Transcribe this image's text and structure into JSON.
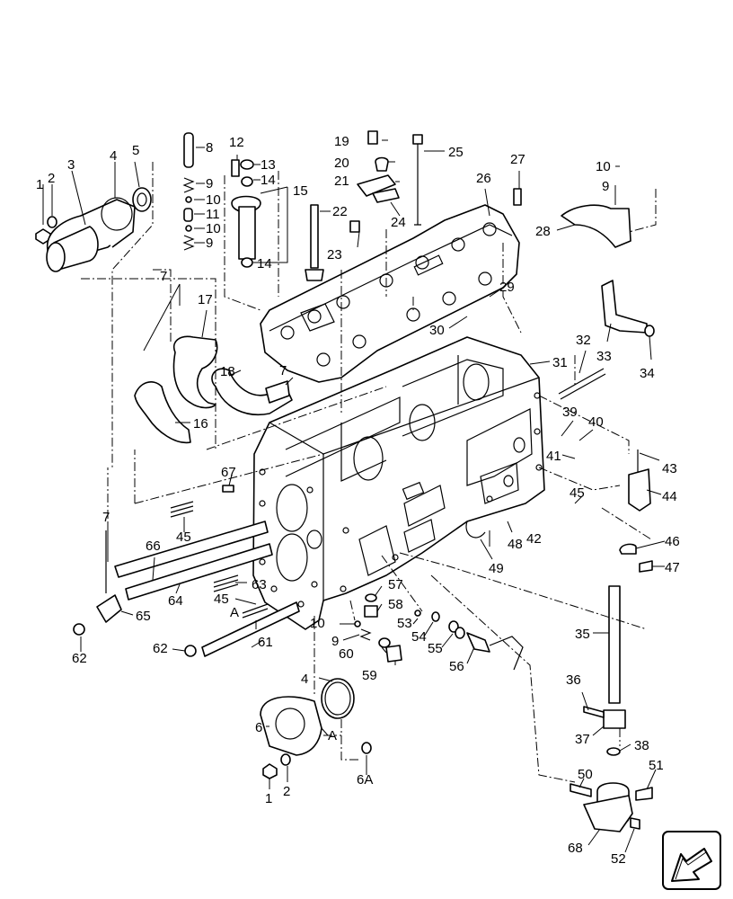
{
  "labels": [
    {
      "id": "l-1a",
      "text": "1"
    },
    {
      "id": "l-2a",
      "text": "2"
    },
    {
      "id": "l-3",
      "text": "3"
    },
    {
      "id": "l-4a",
      "text": "4"
    },
    {
      "id": "l-5",
      "text": "5"
    },
    {
      "id": "l-8",
      "text": "8"
    },
    {
      "id": "l-9a",
      "text": "9"
    },
    {
      "id": "l-10a",
      "text": "10"
    },
    {
      "id": "l-11",
      "text": "11"
    },
    {
      "id": "l-10b",
      "text": "10"
    },
    {
      "id": "l-9b",
      "text": "9"
    },
    {
      "id": "l-12",
      "text": "12"
    },
    {
      "id": "l-13",
      "text": "13"
    },
    {
      "id": "l-14a",
      "text": "14"
    },
    {
      "id": "l-15",
      "text": "15"
    },
    {
      "id": "l-22",
      "text": "22"
    },
    {
      "id": "l-14b",
      "text": "14"
    },
    {
      "id": "l-19",
      "text": "19"
    },
    {
      "id": "l-20",
      "text": "20"
    },
    {
      "id": "l-21",
      "text": "21"
    },
    {
      "id": "l-24",
      "text": "24"
    },
    {
      "id": "l-23",
      "text": "23"
    },
    {
      "id": "l-25",
      "text": "25"
    },
    {
      "id": "l-26",
      "text": "26"
    },
    {
      "id": "l-27",
      "text": "27"
    },
    {
      "id": "l-10c",
      "text": "10"
    },
    {
      "id": "l-9c",
      "text": "9"
    },
    {
      "id": "l-28",
      "text": "28"
    },
    {
      "id": "l-7a",
      "text": "7"
    },
    {
      "id": "l-17",
      "text": "17"
    },
    {
      "id": "l-18",
      "text": "18"
    },
    {
      "id": "l-7b",
      "text": "7"
    },
    {
      "id": "l-16",
      "text": "16"
    },
    {
      "id": "l-29",
      "text": "29"
    },
    {
      "id": "l-30",
      "text": "30"
    },
    {
      "id": "l-31",
      "text": "31"
    },
    {
      "id": "l-32",
      "text": "32"
    },
    {
      "id": "l-33",
      "text": "33"
    },
    {
      "id": "l-34",
      "text": "34"
    },
    {
      "id": "l-39",
      "text": "39"
    },
    {
      "id": "l-40",
      "text": "40"
    },
    {
      "id": "l-41",
      "text": "41"
    },
    {
      "id": "l-43",
      "text": "43"
    },
    {
      "id": "l-44",
      "text": "44"
    },
    {
      "id": "l-45a",
      "text": "45"
    },
    {
      "id": "l-46",
      "text": "46"
    },
    {
      "id": "l-47",
      "text": "47"
    },
    {
      "id": "l-48",
      "text": "48"
    },
    {
      "id": "l-42",
      "text": "42"
    },
    {
      "id": "l-49",
      "text": "49"
    },
    {
      "id": "l-67",
      "text": "67"
    },
    {
      "id": "l-7c",
      "text": "7"
    },
    {
      "id": "l-45b",
      "text": "45"
    },
    {
      "id": "l-66",
      "text": "66"
    },
    {
      "id": "l-64",
      "text": "64"
    },
    {
      "id": "l-65",
      "text": "65"
    },
    {
      "id": "l-62a",
      "text": "62"
    },
    {
      "id": "l-63",
      "text": "63"
    },
    {
      "id": "l-45c",
      "text": "45"
    },
    {
      "id": "l-A1",
      "text": "A"
    },
    {
      "id": "l-61",
      "text": "61"
    },
    {
      "id": "l-62b",
      "text": "62"
    },
    {
      "id": "l-57",
      "text": "57"
    },
    {
      "id": "l-58",
      "text": "58"
    },
    {
      "id": "l-10d",
      "text": "10"
    },
    {
      "id": "l-9d",
      "text": "9"
    },
    {
      "id": "l-60",
      "text": "60"
    },
    {
      "id": "l-59",
      "text": "59"
    },
    {
      "id": "l-53",
      "text": "53"
    },
    {
      "id": "l-54",
      "text": "54"
    },
    {
      "id": "l-55",
      "text": "55"
    },
    {
      "id": "l-56",
      "text": "56"
    },
    {
      "id": "l-35",
      "text": "35"
    },
    {
      "id": "l-36",
      "text": "36"
    },
    {
      "id": "l-37",
      "text": "37"
    },
    {
      "id": "l-38",
      "text": "38"
    },
    {
      "id": "l-50",
      "text": "50"
    },
    {
      "id": "l-51",
      "text": "51"
    },
    {
      "id": "l-68",
      "text": "68"
    },
    {
      "id": "l-52",
      "text": "52"
    },
    {
      "id": "l-4b",
      "text": "4"
    },
    {
      "id": "l-6",
      "text": "6"
    },
    {
      "id": "l-A2",
      "text": "A"
    },
    {
      "id": "l-1b",
      "text": "1"
    },
    {
      "id": "l-2b",
      "text": "2"
    },
    {
      "id": "l-6A",
      "text": "6A"
    }
  ]
}
